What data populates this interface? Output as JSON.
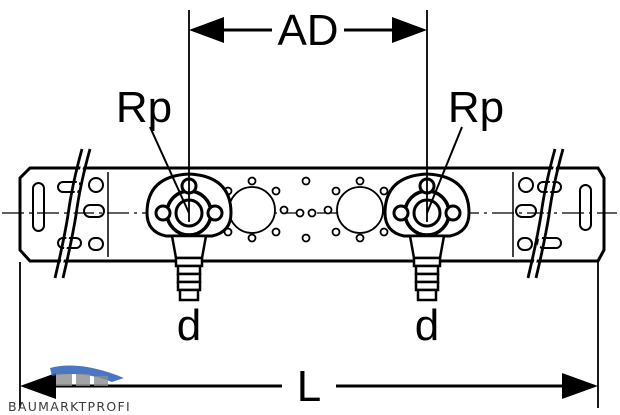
{
  "labels": {
    "ad": "AD",
    "rp_left": "Rp",
    "rp_right": "Rp",
    "d_left": "d",
    "d_right": "d",
    "l": "L"
  },
  "watermark": {
    "text": "BAUMARKTPROFI",
    "accent_color": "#2a5fb8"
  },
  "colors": {
    "line": "#000000",
    "background": "#ffffff"
  }
}
